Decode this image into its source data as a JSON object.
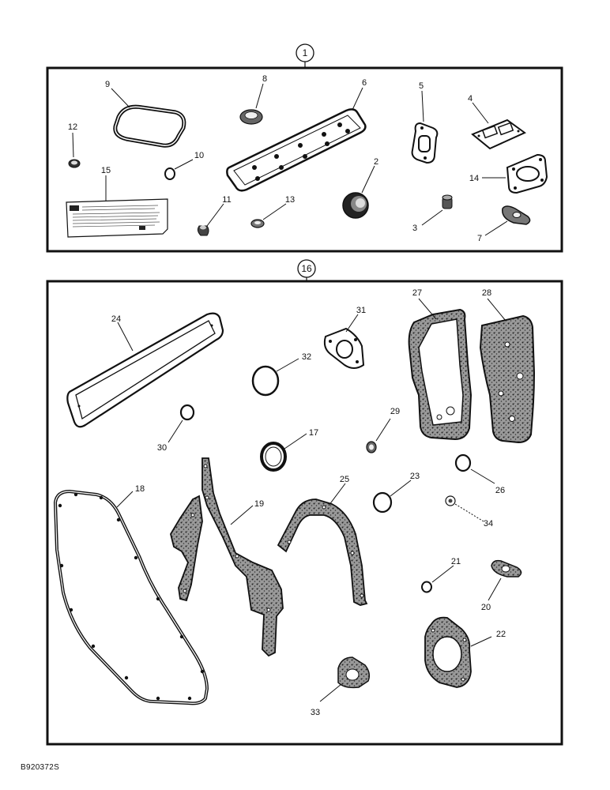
{
  "kits": [
    {
      "id": "1",
      "name": "kit-1"
    },
    {
      "id": "16",
      "name": "kit-16"
    }
  ],
  "parts": [
    {
      "n": "1",
      "name": "kit-1"
    },
    {
      "n": "2",
      "name": "seal"
    },
    {
      "n": "3",
      "name": "grommet"
    },
    {
      "n": "4",
      "name": "gasket"
    },
    {
      "n": "5",
      "name": "gasket"
    },
    {
      "n": "6",
      "name": "gasket"
    },
    {
      "n": "7",
      "name": "gasket"
    },
    {
      "n": "8",
      "name": "seal"
    },
    {
      "n": "9",
      "name": "gasket"
    },
    {
      "n": "10",
      "name": "o-ring"
    },
    {
      "n": "11",
      "name": "seal"
    },
    {
      "n": "12",
      "name": "seal"
    },
    {
      "n": "13",
      "name": "seal"
    },
    {
      "n": "14",
      "name": "gasket"
    },
    {
      "n": "15",
      "name": "label"
    },
    {
      "n": "17",
      "name": "seal"
    },
    {
      "n": "18",
      "name": "gasket"
    },
    {
      "n": "19",
      "name": "gasket"
    },
    {
      "n": "20",
      "name": "gasket"
    },
    {
      "n": "21",
      "name": "o-ring"
    },
    {
      "n": "22",
      "name": "gasket"
    },
    {
      "n": "23",
      "name": "o-ring"
    },
    {
      "n": "24",
      "name": "gasket"
    },
    {
      "n": "25",
      "name": "gasket"
    },
    {
      "n": "26",
      "name": "o-ring"
    },
    {
      "n": "27",
      "name": "gasket"
    },
    {
      "n": "28",
      "name": "gasket"
    },
    {
      "n": "29",
      "name": "seal"
    },
    {
      "n": "30",
      "name": "o-ring"
    },
    {
      "n": "31",
      "name": "gasket"
    },
    {
      "n": "32",
      "name": "o-ring"
    },
    {
      "n": "33",
      "name": "gasket"
    },
    {
      "n": "34",
      "name": "washer"
    }
  ],
  "labels": {
    "k1": "1",
    "k16": "16",
    "p2": "2",
    "p3": "3",
    "p4": "4",
    "p5": "5",
    "p6": "6",
    "p7": "7",
    "p8": "8",
    "p9": "9",
    "p10": "10",
    "p11": "11",
    "p12": "12",
    "p13": "13",
    "p14": "14",
    "p15": "15",
    "p17": "17",
    "p18": "18",
    "p19": "19",
    "p20": "20",
    "p21": "21",
    "p22": "22",
    "p23": "23",
    "p24": "24",
    "p25": "25",
    "p26": "26",
    "p27": "27",
    "p28": "28",
    "p29": "29",
    "p30": "30",
    "p31": "31",
    "p32": "32",
    "p33": "33",
    "p34": "34"
  },
  "figure_code": "B920372S",
  "colors": {
    "ink": "#111111",
    "paper": "#ffffff"
  }
}
